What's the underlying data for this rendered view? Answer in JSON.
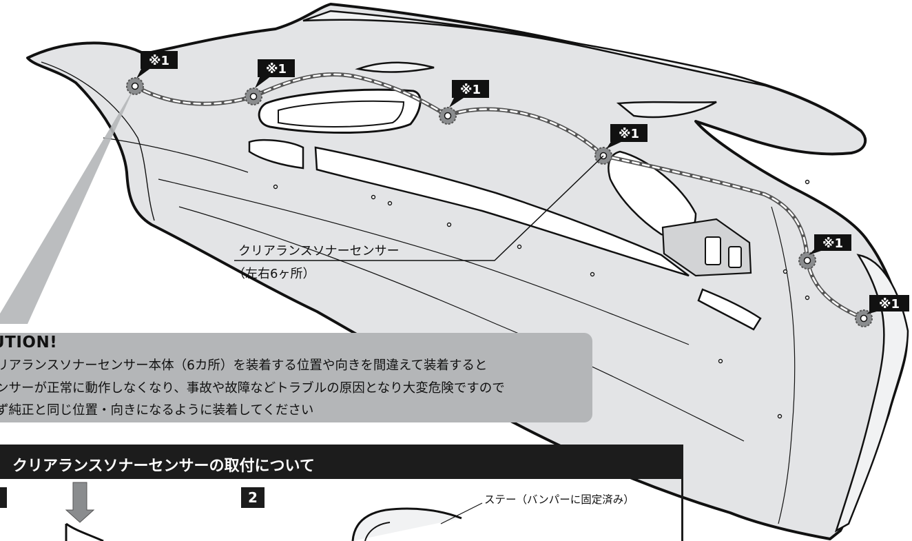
{
  "badges": [
    "※1",
    "※1",
    "※1",
    "※1",
    "※1",
    "※1"
  ],
  "callout": {
    "label": "クリアランスソナーセンサー",
    "sub": "（左右6ヶ所）"
  },
  "caution": {
    "title": "UTION!",
    "lines": [
      "リアランスソナーセンサー本体（6カ所）を装着する位置や向きを間違えて装着すると",
      "ンサーが正常に動作しなくなり、事故や故障などトラブルの原因となり大変危険ですので",
      "ず純正と同じ位置・向きになるように装着してください"
    ]
  },
  "section": {
    "title": "クリアランスソナーセンサーの取付について",
    "step2_number": "2",
    "step2_note": "ステー（バンパーに固定済み）"
  },
  "colors": {
    "bumper_fill": "#e3e4e6",
    "outline": "#111111",
    "badge_bg": "#111111",
    "caution_bg": "#b4b6b8",
    "header_bg": "#1c1c1c",
    "sensor_fill": "#8a8c8e"
  }
}
